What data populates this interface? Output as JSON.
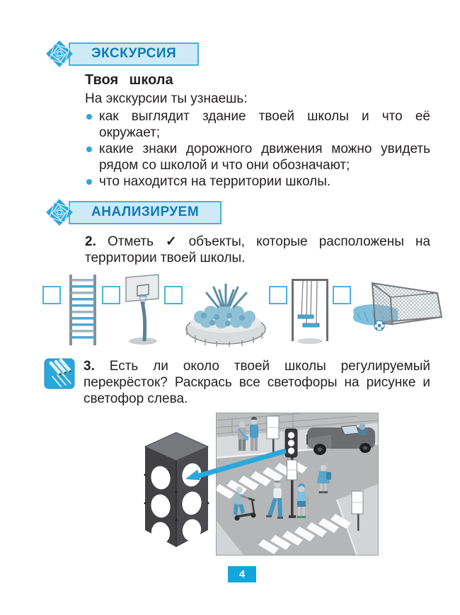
{
  "badges": {
    "excursion": "ЭКСКУРСИЯ",
    "analyze": "АНАЛИЗИРУЕМ"
  },
  "intro": {
    "title": "Твоя школа",
    "lead": "На экскурсии ты узнаешь:",
    "bullets": [
      "как выглядит здание твоей школы и что её окружает;",
      "какие знаки дорожного движения можно увидеть рядом со школой и что они обозначают;",
      "что находится на территории школы."
    ]
  },
  "task2": {
    "number": "2.",
    "pre": "Отметь",
    "check": "✓",
    "post": "объекты, которые расположе­ны на территории твоей школы."
  },
  "task2_items": [
    {
      "icon": "wall-bars-illustration"
    },
    {
      "icon": "basketball-hoop-illustration"
    },
    {
      "icon": "flower-bed-illustration"
    },
    {
      "icon": "swing-illustration"
    },
    {
      "icon": "football-goal-illustration"
    }
  ],
  "task3": {
    "number": "3.",
    "text": "Есть ли около твоей школы регулируе­мый перекрёсток? Раскрась все светофо­ры на рисунке и светофор слева."
  },
  "figure": {
    "cutout_icon": "traffic-light-cutout",
    "arrow_icon": "arrow-left-icon",
    "scene_icon": "regulated-crossing-scene"
  },
  "page_number": "4",
  "colors": {
    "accent": "#29a9e0",
    "badge_fill": "#cfeaf7",
    "badge_border": "#45b1e0",
    "badge_text": "#0c7cb5",
    "page_box": "#14a5da"
  }
}
